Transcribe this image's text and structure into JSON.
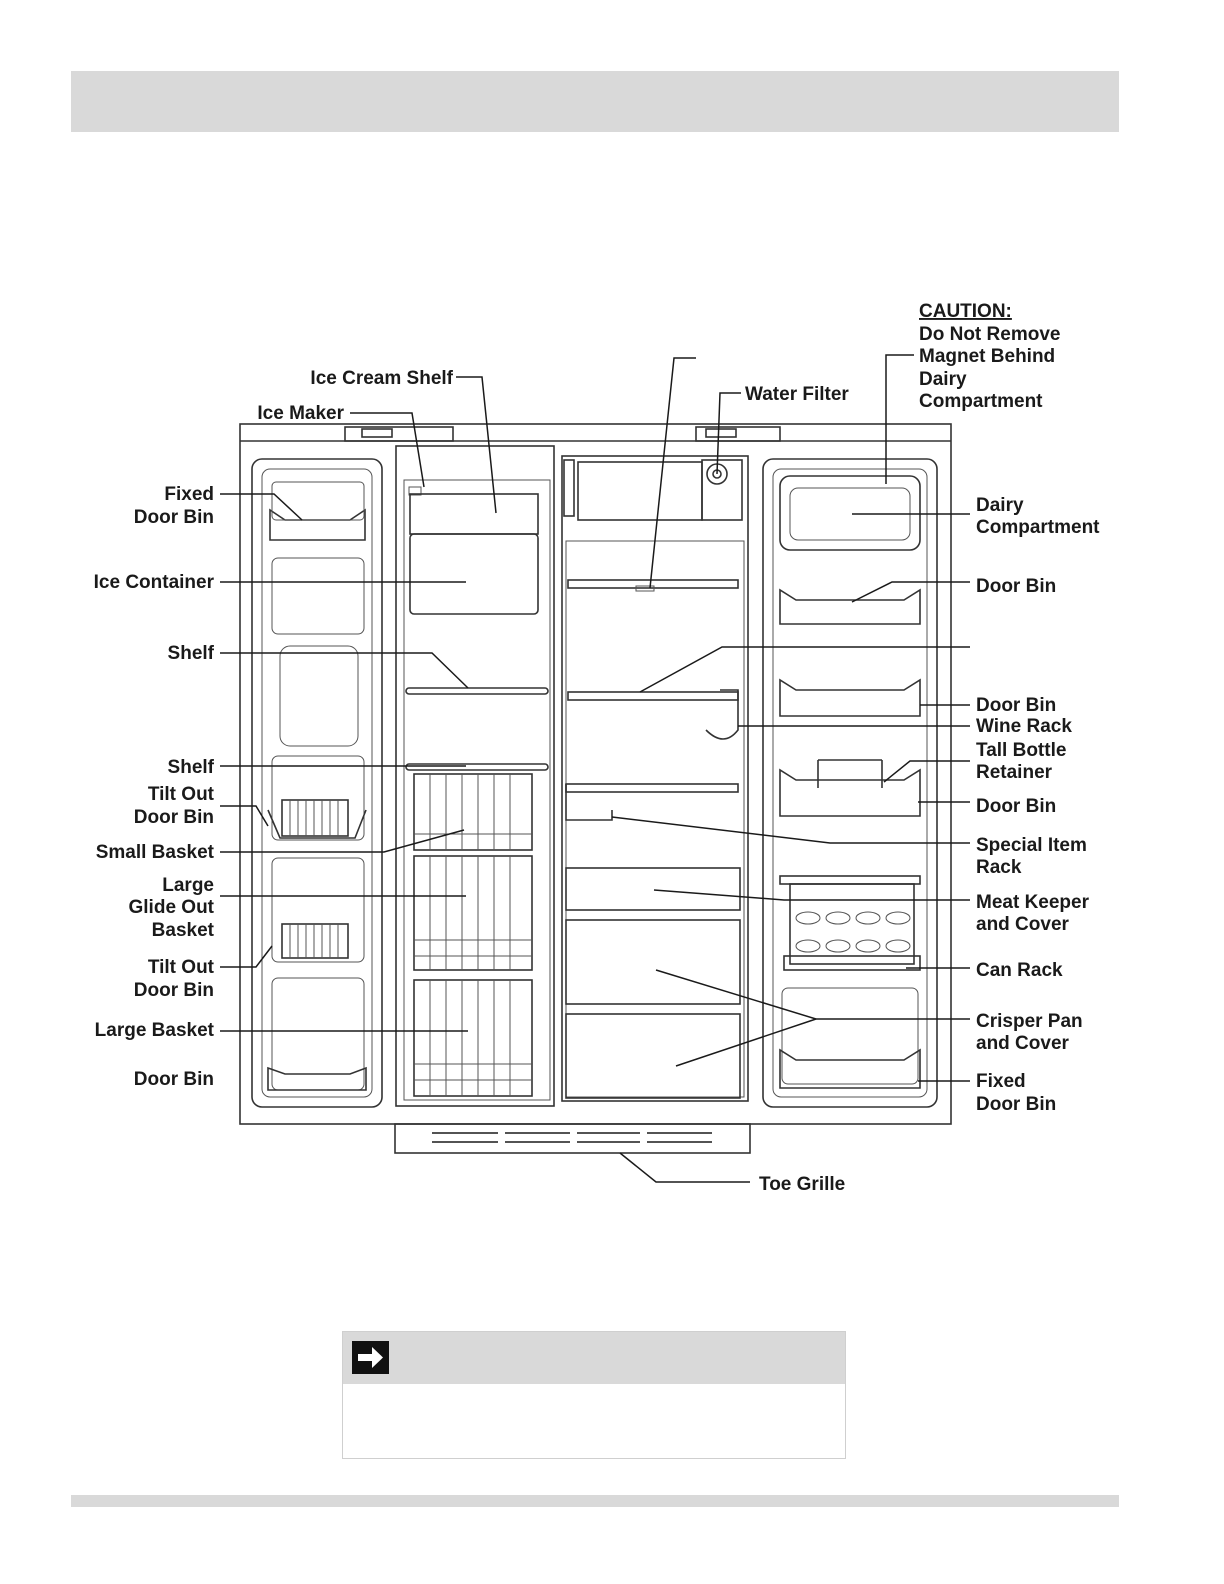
{
  "labels": {
    "ice_cream_shelf": "Ice Cream Shelf",
    "ice_maker": "Ice Maker",
    "fixed_door_bin_left": [
      "Fixed",
      "Door Bin"
    ],
    "ice_container": "Ice Container",
    "shelf_1": "Shelf",
    "shelf_2": "Shelf",
    "tilt_out_door_bin_1": [
      "Tilt Out",
      "Door Bin"
    ],
    "small_basket": "Small Basket",
    "large_glide_out_basket": [
      "Large",
      "Glide Out",
      "Basket"
    ],
    "tilt_out_door_bin_2": [
      "Tilt Out",
      "Door Bin"
    ],
    "large_basket": "Large Basket",
    "door_bin_left": "Door Bin",
    "water_filter": "Water Filter",
    "caution_heading": "CAUTION:",
    "caution_lines": [
      "Do Not Remove",
      "Magnet Behind",
      "Dairy",
      "Compartment"
    ],
    "dairy_compartment": [
      "Dairy",
      "Compartment"
    ],
    "door_bin_1": "Door Bin",
    "door_bin_2": "Door Bin",
    "wine_rack": "Wine Rack",
    "tall_bottle_retainer": [
      "Tall Bottle",
      "Retainer"
    ],
    "door_bin_3": "Door Bin",
    "special_item_rack": [
      "Special Item",
      "Rack"
    ],
    "meat_keeper": [
      "Meat Keeper",
      "and Cover"
    ],
    "can_rack": "Can Rack",
    "crisper_pan": [
      "Crisper Pan",
      "and Cover"
    ],
    "fixed_door_bin_right": [
      "Fixed",
      "Door Bin"
    ],
    "toe_grille": "Toe Grille"
  },
  "colors": {
    "band": "#d9d9d9",
    "line": "#1a1a1a",
    "arrow_icon_bg": "#111111"
  },
  "note": {
    "icon": "arrow-right-icon"
  }
}
